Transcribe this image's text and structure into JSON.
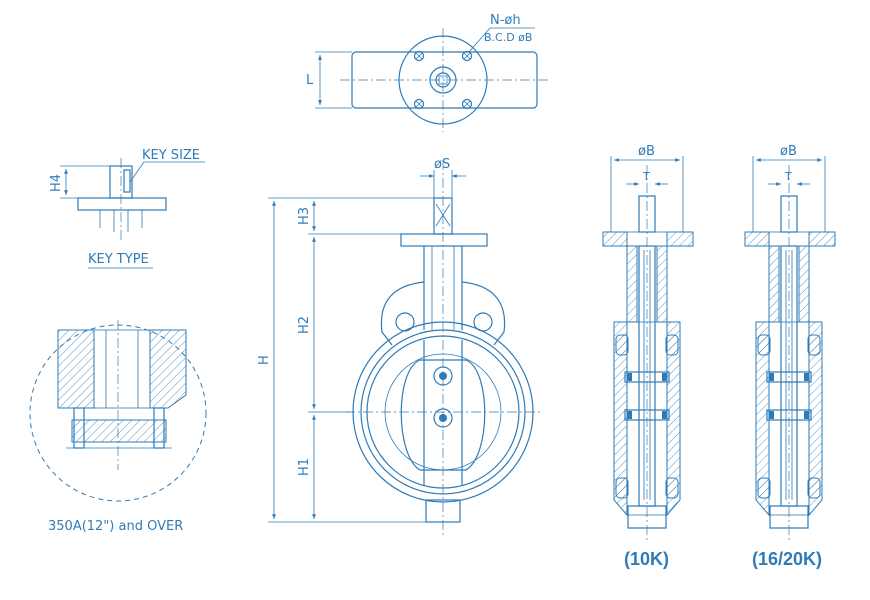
{
  "top_view": {
    "bolt_label": "N-øh",
    "bcd_label": "B.C.D øB",
    "dim_l": "L"
  },
  "key_detail": {
    "key_size": "KEY SIZE",
    "dim_h4": "H4",
    "title": "KEY TYPE"
  },
  "large_detail": {
    "note": "350A(12\") and OVER"
  },
  "front_view": {
    "dim_s": "øS",
    "dim_h": "H",
    "dim_h1": "H1",
    "dim_h2": "H2",
    "dim_h3": "H3"
  },
  "section_10k": {
    "dim_b": "øB",
    "dim_t": "T",
    "caption": "(10K)"
  },
  "section_1620k": {
    "dim_b": "øB",
    "dim_t": "T",
    "caption": "(16/20K)"
  },
  "colors": {
    "line": "#2e7bb8"
  }
}
